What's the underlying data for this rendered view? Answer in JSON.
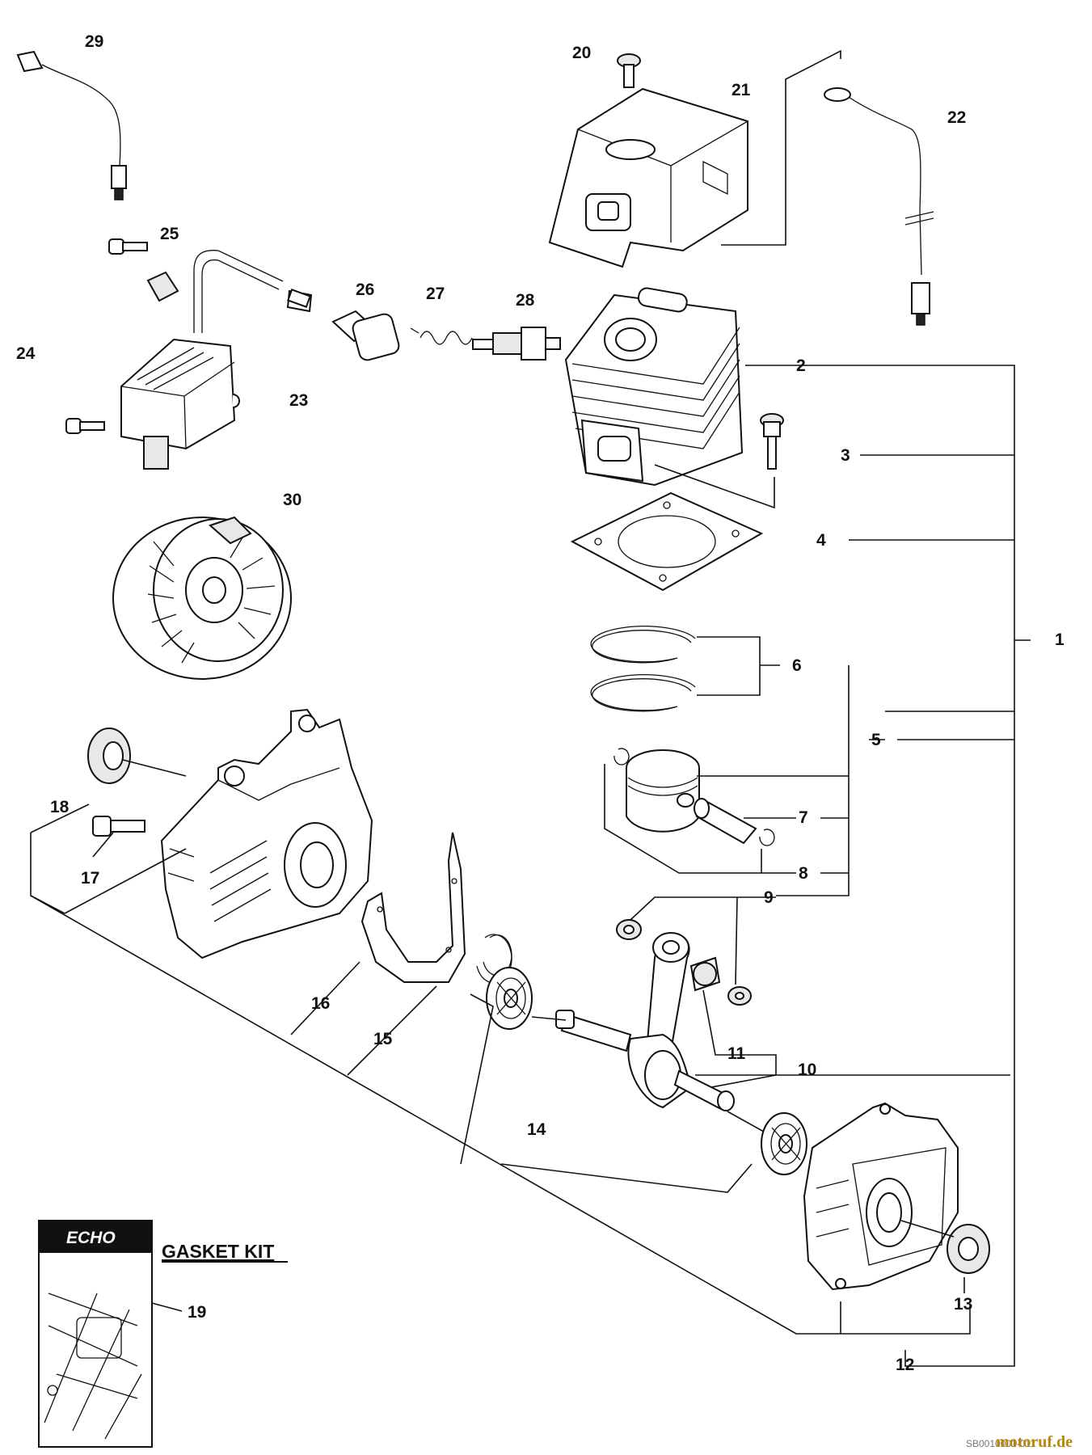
{
  "labels": {
    "p1": "1",
    "p2": "2",
    "p3": "3",
    "p4": "4",
    "p5": "5",
    "p6": "6",
    "p7": "7",
    "p8": "8",
    "p9": "9",
    "p10": "10",
    "p11": "11",
    "p12": "12",
    "p13": "13",
    "p14": "14",
    "p15": "15",
    "p16": "16",
    "p17": "17",
    "p18": "18",
    "p19": "19",
    "p20": "20",
    "p21": "21",
    "p22": "22",
    "p23": "23",
    "p24": "24",
    "p25": "25",
    "p26": "26",
    "p27": "27",
    "p28": "28",
    "p29": "29",
    "p30": "30"
  },
  "gasket_kit": {
    "title": "GASKET KIT",
    "logo": "ECHO"
  },
  "footer": {
    "code": "SB0010001-011",
    "watermark": "motoruf.de"
  }
}
